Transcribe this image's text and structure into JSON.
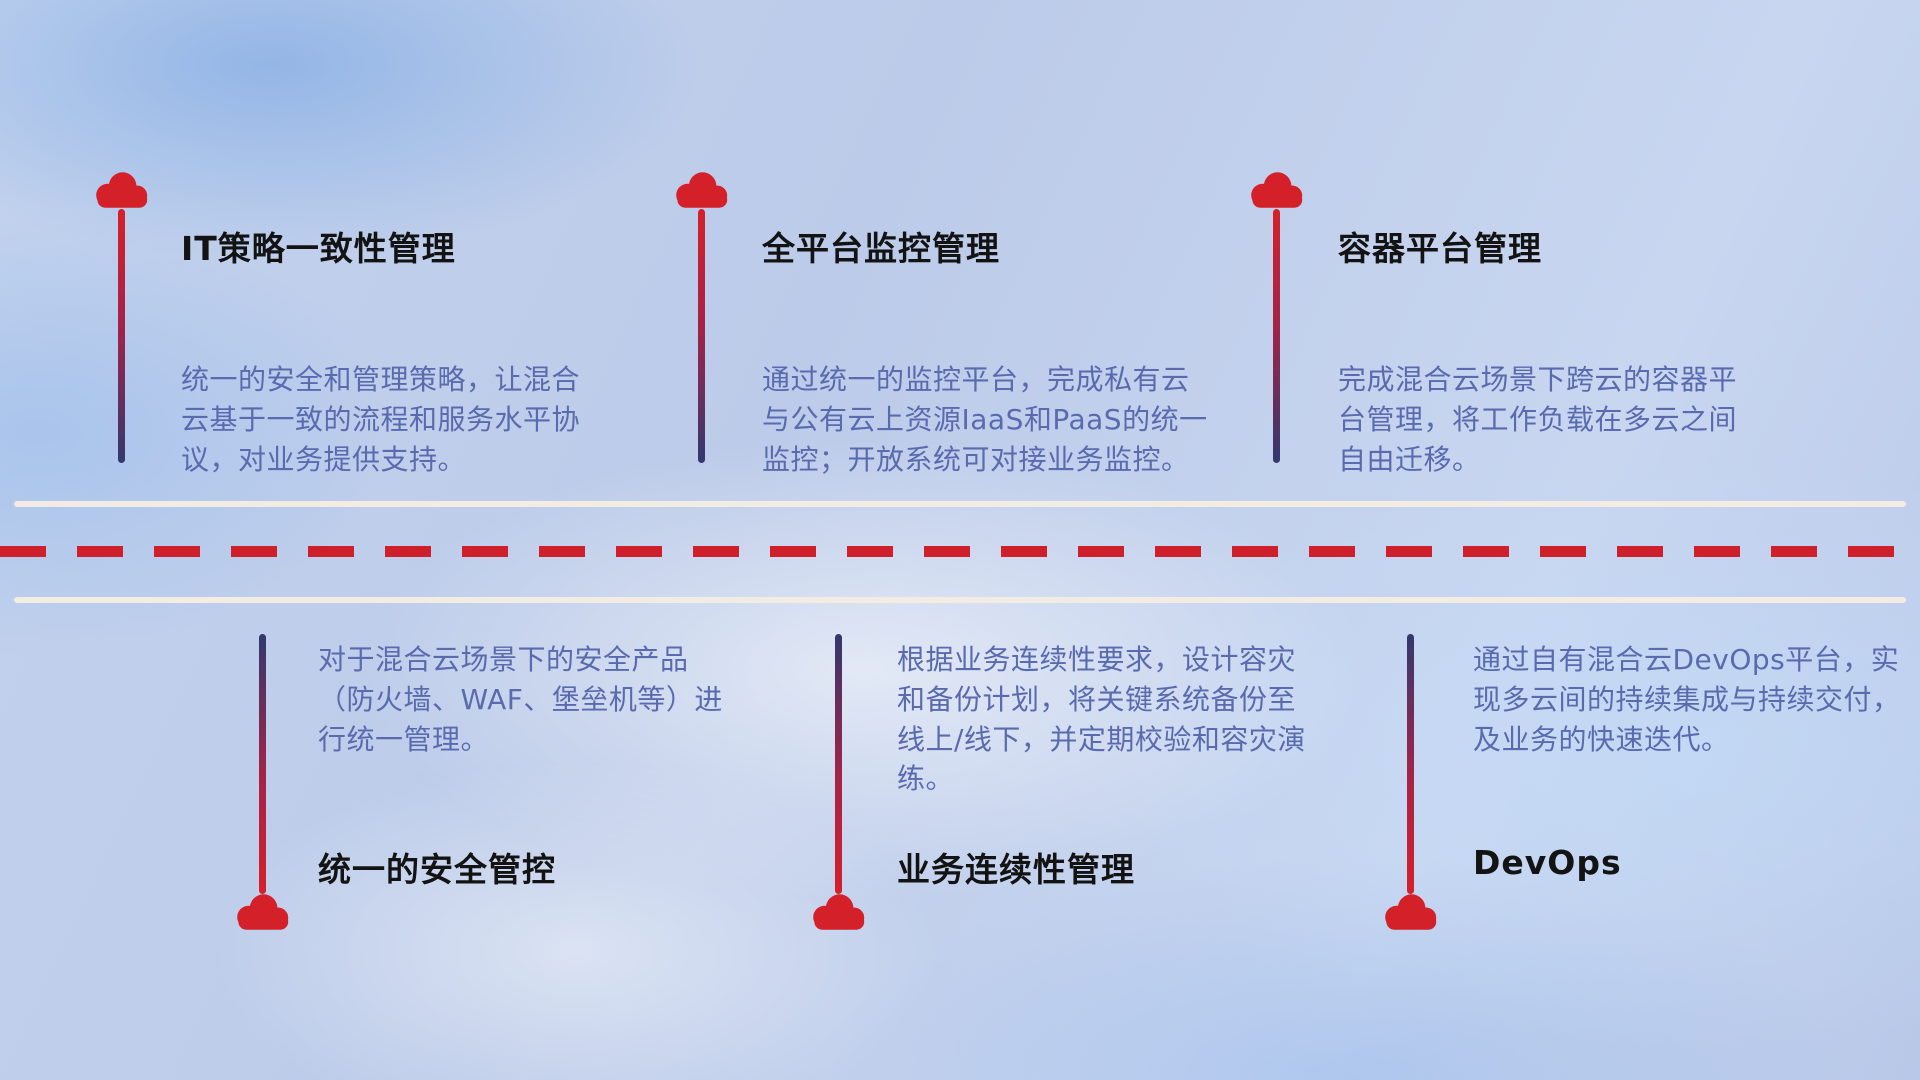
{
  "diagram": {
    "type": "hybrid-cloud-capabilities-roadmap",
    "top_items": [
      {
        "title": "IT策略一致性管理",
        "desc": "统一的安全和管理策略，让混合云基于一致的流程和服务水平协议，对业务提供支持。"
      },
      {
        "title": "全平台监控管理",
        "desc": "通过统一的监控平台，完成私有云与公有云上资源IaaS和PaaS的统一监控；开放系统可对接业务监控。"
      },
      {
        "title": "容器平台管理",
        "desc": "完成混合云场景下跨云的容器平台管理，将工作负载在多云之间自由迁移。"
      }
    ],
    "bottom_items": [
      {
        "title": "统一的安全管控",
        "desc": "对于混合云场景下的安全产品（防火墙、WAF、堡垒机等）进行统一管理。"
      },
      {
        "title": "业务连续性管理",
        "desc": "根据业务连续性要求，设计容灾和备份计划，将关键系统备份至线上/线下，并定期校验和容灾演练。"
      },
      {
        "title": "DevOps",
        "desc": "通过自有混合云DevOps平台，实现多云间的持续集成与持续交付，及业务的快速迭代。"
      }
    ]
  },
  "colors": {
    "cloud_red": "#d42029",
    "pin_navy": "#32386e",
    "desc_blue": "#5a6aae",
    "title_dark": "#131313",
    "road_white": "#f2ece5",
    "dash_red": "#ce1f2b",
    "background_blue": "#c3d3ee"
  },
  "icons": {
    "marker": "cloud-icon"
  }
}
